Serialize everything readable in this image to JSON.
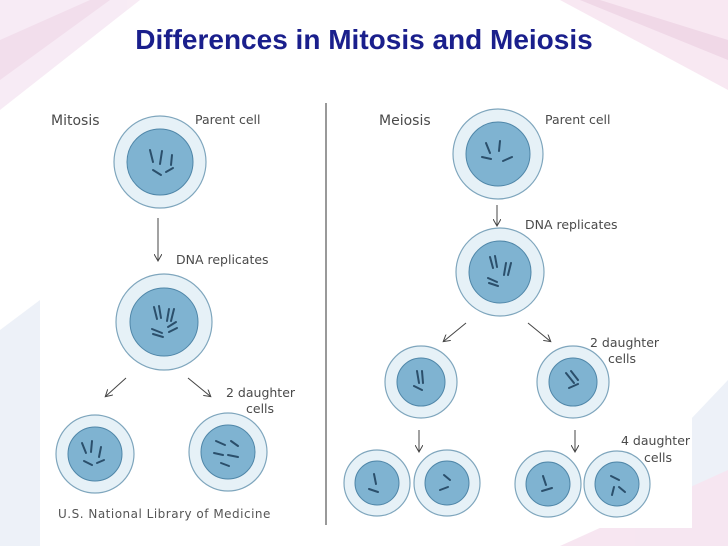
{
  "title": "Differences in Mitosis and Meiosis",
  "mitosis": {
    "heading": "Mitosis",
    "parent_label": "Parent cell",
    "replicate_label": "DNA replicates",
    "daughters_label_line1": "2 daughter",
    "daughters_label_line2": "cells"
  },
  "meiosis": {
    "heading": "Meiosis",
    "parent_label": "Parent cell",
    "replicate_label": "DNA replicates",
    "two_daughters_line1": "2 daughter",
    "two_daughters_line2": "cells",
    "four_daughters_line1": "4 daughter",
    "four_daughters_line2": "cells"
  },
  "credit": "U.S. National Library of Medicine",
  "colors": {
    "title": "#1a1f8c",
    "cell_outer": "#e6f1f7",
    "cell_outer_stroke": "#7fa6bd",
    "nucleus": "#7fb3d1",
    "nucleus_stroke": "#4f86a8",
    "chromosome": "#2b4f6b"
  }
}
